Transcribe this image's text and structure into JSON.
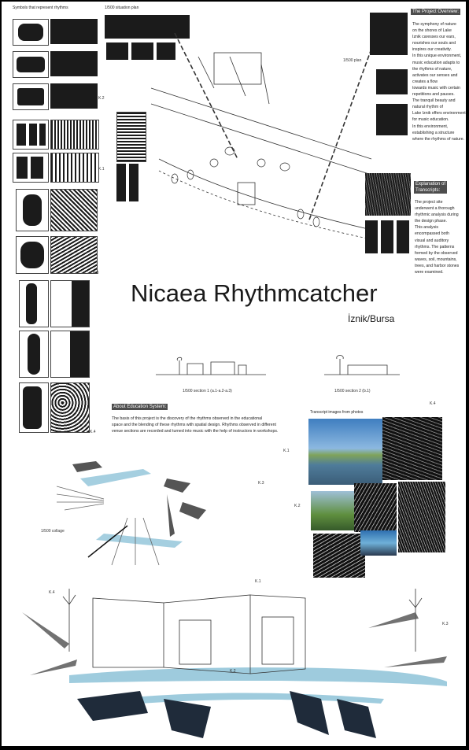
{
  "left_panel": {
    "title": "Symbols that represent rhythms",
    "labels": [
      "K.2",
      "K.1",
      "K.3",
      "K.4"
    ]
  },
  "situation_plan": {
    "title": "1/500 situation plan",
    "plan_label": "1/500 plan"
  },
  "overview": {
    "title": "The Project Overview:",
    "lines": [
      "The symphony of nature",
      "on the shores of Lake",
      "Iznik caresses our ears,",
      "nourishes our souls and",
      "inspires our creativity.",
      "In this unique environment,",
      "music education adapts to",
      "the rhythms of nature,",
      "activates our senses and",
      "creates a flow",
      "towards music with certain",
      "repetitions and pauses.",
      "The tranquil beauty and",
      "natural rhythm of",
      "Lake Iznik offers environment",
      "for music education.",
      "In this environment,",
      "establishing a structure",
      "where the rhythms of nature."
    ]
  },
  "transcripts": {
    "title_line1": "Explanation of",
    "title_line2": "Transcripts:",
    "lines": [
      "The project site",
      "underwent a thorough",
      "rhythmic analysis during",
      "the design phase.",
      "This analysis",
      "encompassed both",
      "visual and auditory",
      "rhythms. The patterns",
      "formed by the observed",
      "waves, soil, mountains,",
      "trees, and harbor stones",
      "were examined."
    ]
  },
  "project": {
    "title": "Nicaea Rhythmcatcher",
    "location": "İznik/Bursa"
  },
  "sections": {
    "section1": "1/500 section 1 (a.1-a.2-a.3)",
    "section2": "1/500 section 2 (b.1)"
  },
  "education": {
    "title": "About Education System:",
    "lines": [
      "The basis of this project is the discovery of the rhythms observed in the educational",
      "space and the blending of these rhythms with spatial design. Rhythms observed in different",
      "venue sections are recorded and turned into music with the help of instructors in workshops."
    ]
  },
  "photos": {
    "title": "Transcript images from photos",
    "labels": [
      "K.4",
      "K.1",
      "K.3",
      "K.2"
    ]
  },
  "collage": {
    "label": "1/500 collage"
  },
  "perspective": {
    "labels": [
      "K.1",
      "K.4",
      "K.2",
      "K.3"
    ]
  },
  "colors": {
    "water": "#8ec3d8",
    "sky": "#3f7ec0",
    "ink": "#1b1b1b",
    "header_bg": "#4d4d4d"
  }
}
